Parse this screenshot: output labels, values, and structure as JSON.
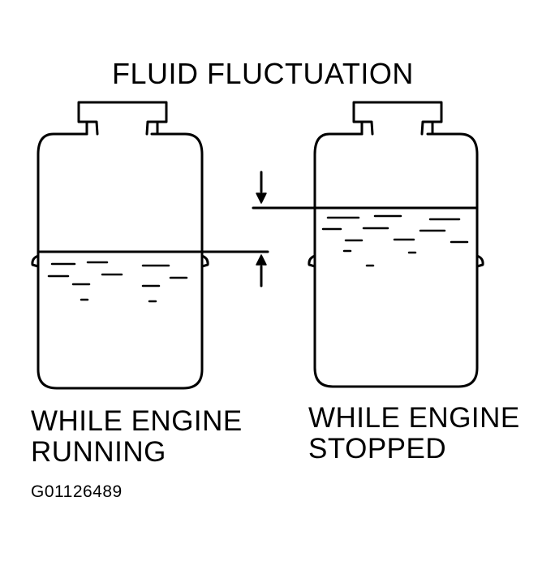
{
  "title": "FLUID FLUCTUATION",
  "tanks": [
    {
      "caption_line1": "WHILE ENGINE",
      "caption_line2": "RUNNING"
    },
    {
      "caption_line1": "WHILE ENGINE",
      "caption_line2": "STOPPED"
    }
  ],
  "figure_id": "G01126489"
}
